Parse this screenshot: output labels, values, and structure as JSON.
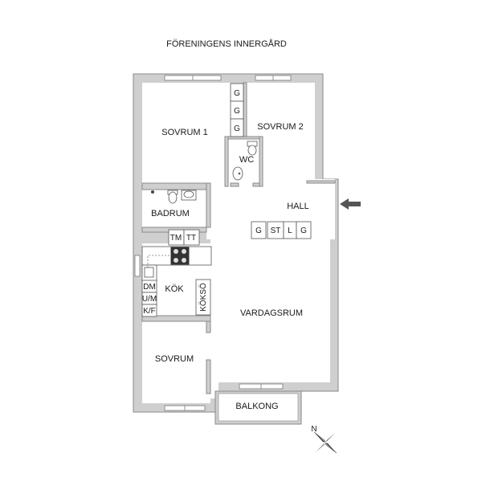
{
  "header": {
    "courtyard": "FÖRENINGENS INNERGÅRD"
  },
  "rooms": {
    "bedroom1": "SOVRUM 1",
    "bedroom2": "SOVRUM 2",
    "wc": "WC",
    "bathroom": "BADRUM",
    "hall": "HALL",
    "kitchen": "KÖK",
    "living": "VARDAGSRUM",
    "bedroom": "SOVRUM",
    "balcony": "BALKONG"
  },
  "cabinets": {
    "g": "G",
    "st": "ST",
    "l": "L",
    "tm": "TM",
    "tt": "TT",
    "dm": "DM",
    "um": "U/M",
    "kf": "K/F",
    "koksö": "KÖKSÖ"
  },
  "compass": {
    "north": "N"
  },
  "colors": {
    "wall": "#cfcfcf",
    "wall_edge": "#8a8a8a",
    "text": "#1a1a1a",
    "arrow": "#555555"
  }
}
